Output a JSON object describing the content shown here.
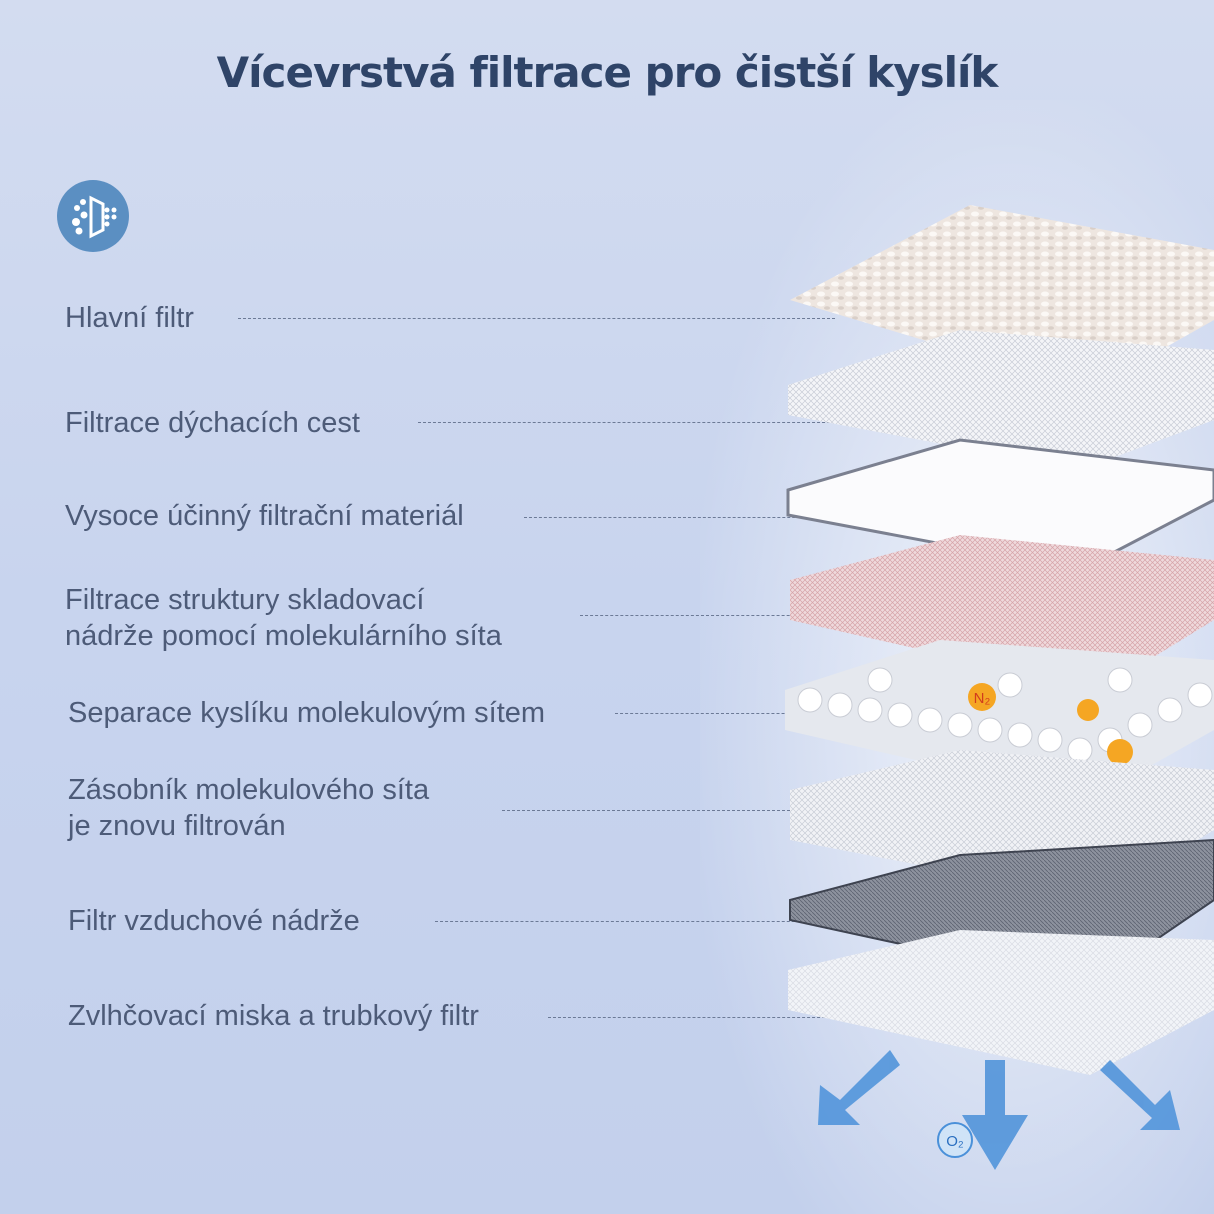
{
  "title": "Vícevrstvá filtrace pro čistší kyslík",
  "badge_icon": "filter-particles-icon",
  "layers": [
    {
      "label": "Hlavní filtr"
    },
    {
      "label": "Filtrace dýchacích cest"
    },
    {
      "label": "Vysoce účinný filtrační materiál"
    },
    {
      "label": "Filtrace struktury skladovací\nnádrže pomocí molekulárního síta"
    },
    {
      "label": "Separace kyslíku molekulovým sítem"
    },
    {
      "label": "Zásobník molekulového síta\nje znovu filtrován"
    },
    {
      "label": "Filtr vzduchové nádrže"
    },
    {
      "label": "Zvlhčovací miska a trubkový filtr"
    }
  ],
  "molecule_labels": {
    "n2": "N₂",
    "o2": "O₂"
  },
  "colors": {
    "title": "#2f4468",
    "text": "#4d5b78",
    "badge": "#5b8fc2",
    "arrow": "#4a90d9"
  }
}
